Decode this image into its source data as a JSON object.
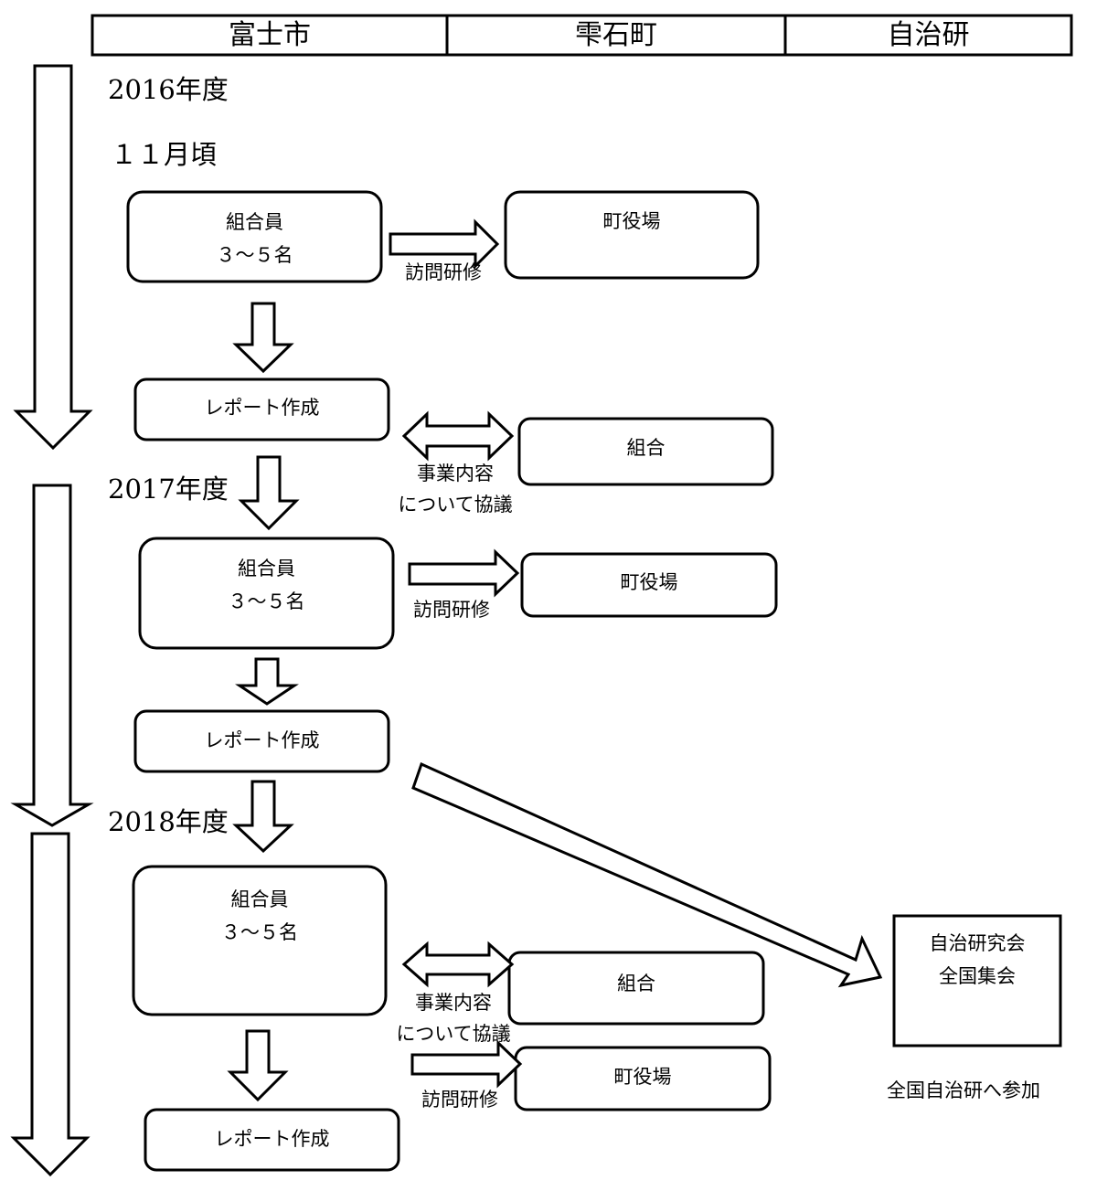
{
  "header": {
    "col1": "富士市",
    "col2": "雫石町",
    "col3": "自治研"
  },
  "timeline": {
    "year1": "2016年度",
    "month1": "１１月頃",
    "year2": "2017年度",
    "year3": "2018年度"
  },
  "section1": {
    "members_line1": "組合員",
    "members_line2": "３～５名",
    "town_office": "町役場",
    "visit_label": "訪問研修",
    "report": "レポート作成",
    "union": "組合",
    "discuss_line1": "事業内容",
    "discuss_line2": "について協議"
  },
  "section2": {
    "members_line1": "組合員",
    "members_line2": "３～５名",
    "town_office": "町役場",
    "visit_label": "訪問研修",
    "report": "レポート作成"
  },
  "section3": {
    "members_line1": "組合員",
    "members_line2": "３～５名",
    "union": "組合",
    "discuss_line1": "事業内容",
    "discuss_line2": "について協議",
    "town_office": "町役場",
    "visit_label": "訪問研修",
    "report": "レポート作成"
  },
  "national": {
    "box_line1": "自治研究会",
    "box_line2": "全国集会",
    "caption": "全国自治研へ参加"
  }
}
